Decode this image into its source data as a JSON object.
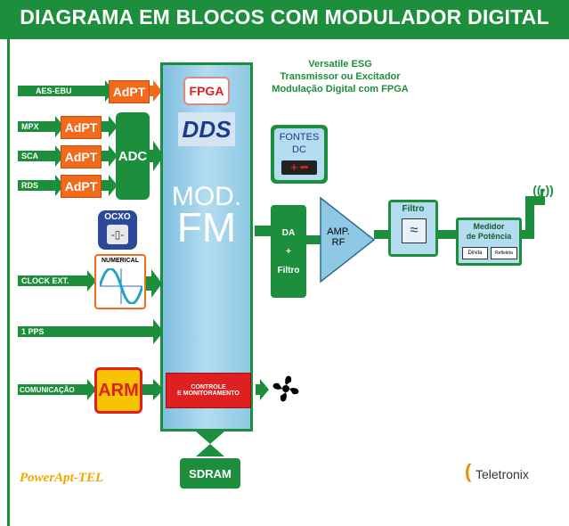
{
  "title": "DIAGRAMA EM BLOCOS COM MODULADOR DIGITAL",
  "subtitle": [
    "Versatile ESG",
    "Transmissor ou Excitador",
    "Modulação Digital com FPGA"
  ],
  "inputs": {
    "aes": "AES-EBU",
    "mpx": "MPX",
    "sca": "SCA",
    "rds": "RDS",
    "clock": "CLOCK EXT.",
    "pps": "1 PPS",
    "com": "COMUNICAÇÃO"
  },
  "blocks": {
    "adpt": "AdPT",
    "adc": "ADC",
    "fpga": "FPGA",
    "dds": "DDS",
    "mod": "MOD.",
    "fm": "FM",
    "ocxo": "OCXO",
    "numerical": "NUMERICAL",
    "arm": "ARM",
    "controle": "CONTROLE",
    "monitoramento": "E MONITORAMENTO",
    "sdram": "SDRAM",
    "fontes1": "FONTES",
    "fontes2": "DC",
    "da": "DA",
    "plus": "+",
    "filtro_da": "Filtro",
    "amp": "AMP.",
    "rf": "RF",
    "filtro": "Filtro",
    "medidor1": "Medidor",
    "medidor2": "de Potência",
    "direta": "Direta",
    "refletida": "Refletida"
  },
  "brand_left": "PowerApt-TEL",
  "brand_right": "Teletronix",
  "colors": {
    "green": "#1d8f3c",
    "orange": "#f26a1b",
    "blue_panel": "#9fd0ea",
    "red": "#e02020",
    "yellow": "#f7c400"
  }
}
